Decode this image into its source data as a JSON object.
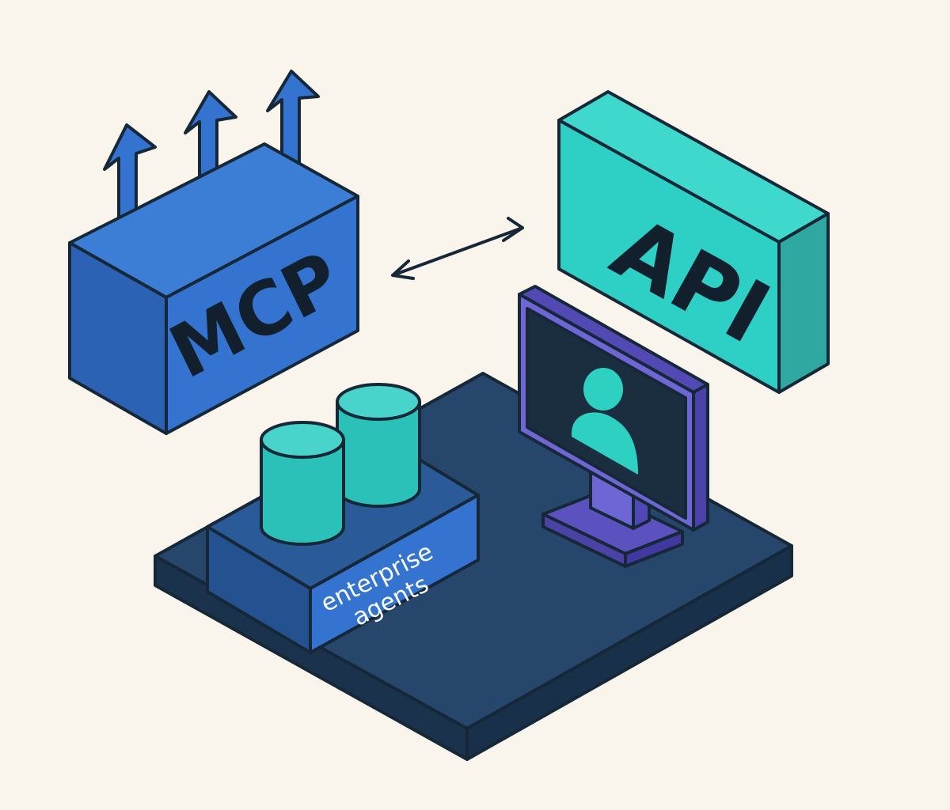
{
  "labels": {
    "mcp": "MCP",
    "api": "API",
    "enterprise_line1": "enterprise",
    "enterprise_line2": "agents"
  },
  "icons": {
    "upload_arrows": "arrow-up-icon",
    "connection": "double-arrow-icon",
    "databases": "database-icon",
    "monitor": "monitor-icon",
    "user": "user-icon"
  },
  "colors": {
    "background": "#F9F5EC",
    "mcp_blue": "#3473D0",
    "api_teal": "#2ECFC4",
    "platform_navy": "#1E3A5A",
    "monitor_purple": "#6F66D6",
    "outline": "#162838"
  }
}
